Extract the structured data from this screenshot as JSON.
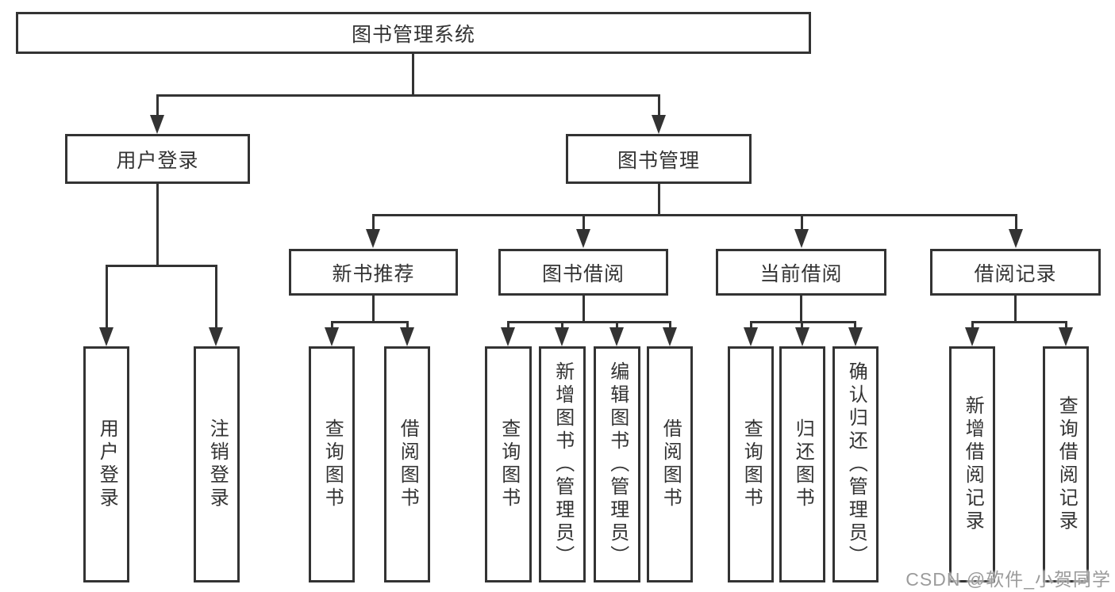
{
  "diagram": {
    "title": "图书管理系统",
    "tree": {
      "label": "图书管理系统",
      "children": [
        {
          "label": "用户登录",
          "children": [
            {
              "label": "用户登录"
            },
            {
              "label": "注销登录"
            }
          ]
        },
        {
          "label": "图书管理",
          "children": [
            {
              "label": "新书推荐",
              "children": [
                {
                  "label": "查询图书"
                },
                {
                  "label": "借阅图书"
                }
              ]
            },
            {
              "label": "图书借阅",
              "children": [
                {
                  "label": "查询图书"
                },
                {
                  "label": "新增图书（管理员）"
                },
                {
                  "label": "编辑图书（管理员）"
                },
                {
                  "label": "借阅图书"
                }
              ]
            },
            {
              "label": "当前借阅",
              "children": [
                {
                  "label": "查询图书"
                },
                {
                  "label": "归还图书"
                },
                {
                  "label": "确认归还（管理员）"
                }
              ]
            },
            {
              "label": "借阅记录",
              "children": [
                {
                  "label": "新增借阅记录"
                },
                {
                  "label": "查询借阅记录"
                }
              ]
            }
          ]
        }
      ]
    },
    "watermark": "CSDN @软件_小贺同学",
    "colors": {
      "line": "#333333",
      "text": "#333333",
      "watermark_text": "#9b9b9b",
      "background": "#ffffff"
    }
  }
}
